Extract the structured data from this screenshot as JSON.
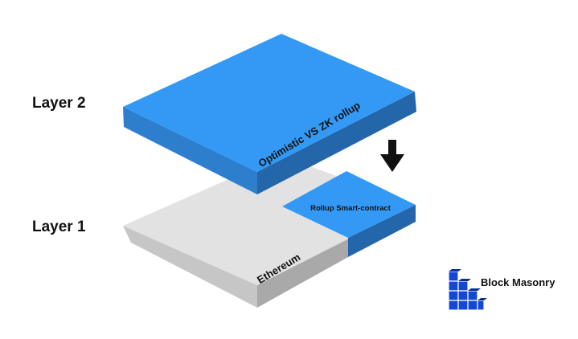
{
  "layers": {
    "layer2_label": "Layer 2",
    "layer1_label": "Layer 1"
  },
  "platforms": {
    "layer2_text": "Optimistic VS ZK rollup",
    "layer1_text": "Ethereum",
    "contract_text": "Rollup Smart-contract"
  },
  "brand": {
    "name": "Block Masonry",
    "icon": "stacked-blocks-logo-icon"
  },
  "arrow": {
    "icon": "arrow-down-icon"
  },
  "colors": {
    "blue_top": "#3399f5",
    "blue_side_left": "#2d7fce",
    "blue_side_right": "#2366a9",
    "gray_top": "#e2e2e2",
    "gray_side_left": "#c6c6c6",
    "gray_side_right": "#a9a9a9",
    "logo_blue": "#1447d6",
    "text": "#111111"
  }
}
